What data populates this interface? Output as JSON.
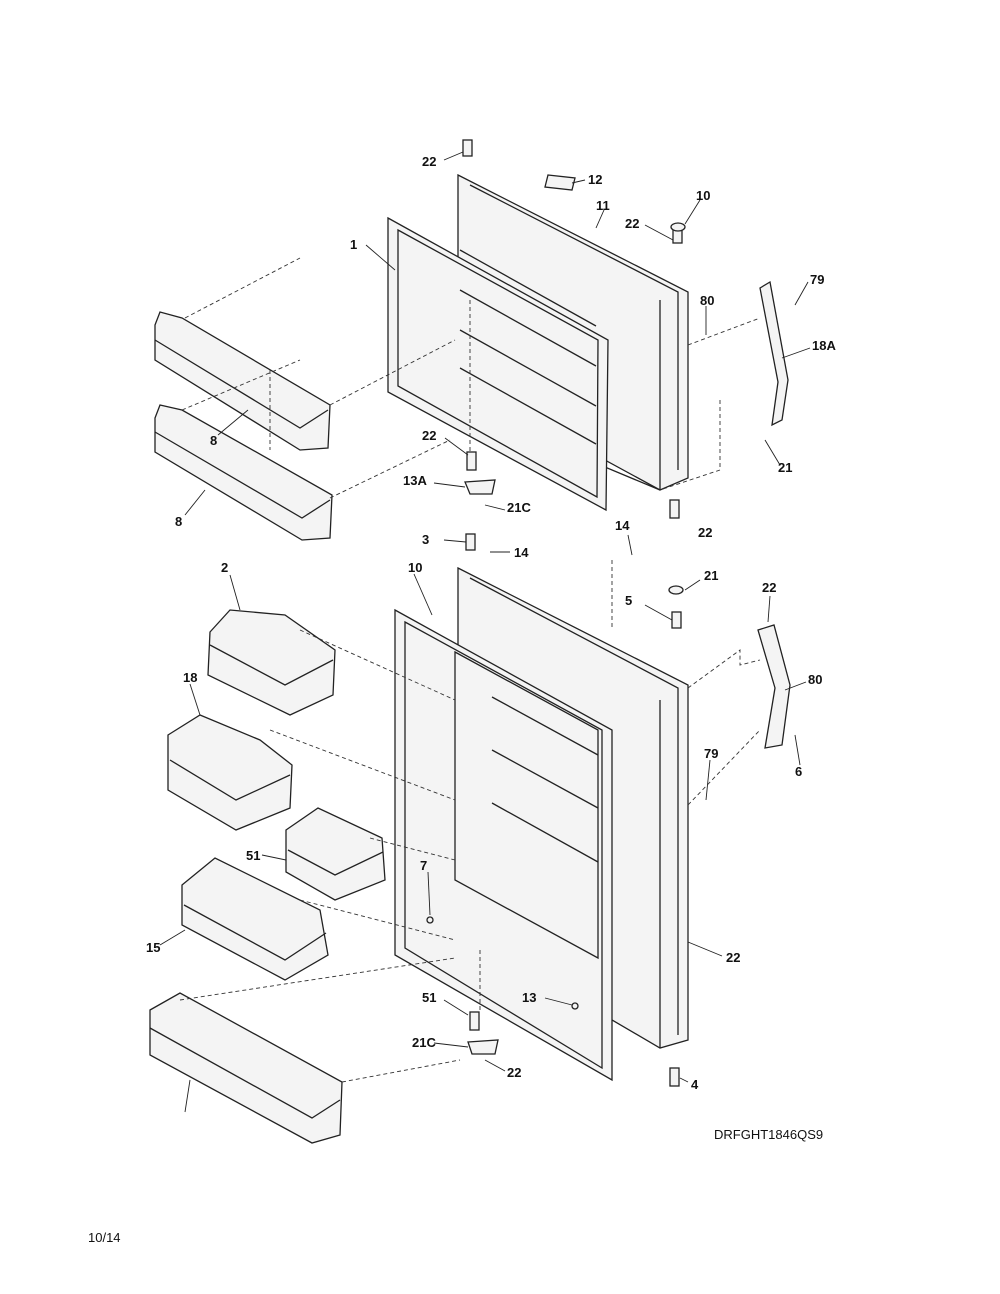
{
  "diagram_code": "DRFGHT1846QS9",
  "page_number": "10/14",
  "callouts": [
    "22",
    "12",
    "10",
    "11",
    "22",
    "1",
    "79",
    "80",
    "18A",
    "8",
    "22",
    "21",
    "13A",
    "21C",
    "8",
    "14",
    "22",
    "14",
    "3",
    "2",
    "10",
    "21",
    "22",
    "5",
    "18",
    "80",
    "79",
    "6",
    "51",
    "7",
    "15",
    "22",
    "51",
    "13",
    "21C",
    "22",
    "4"
  ]
}
